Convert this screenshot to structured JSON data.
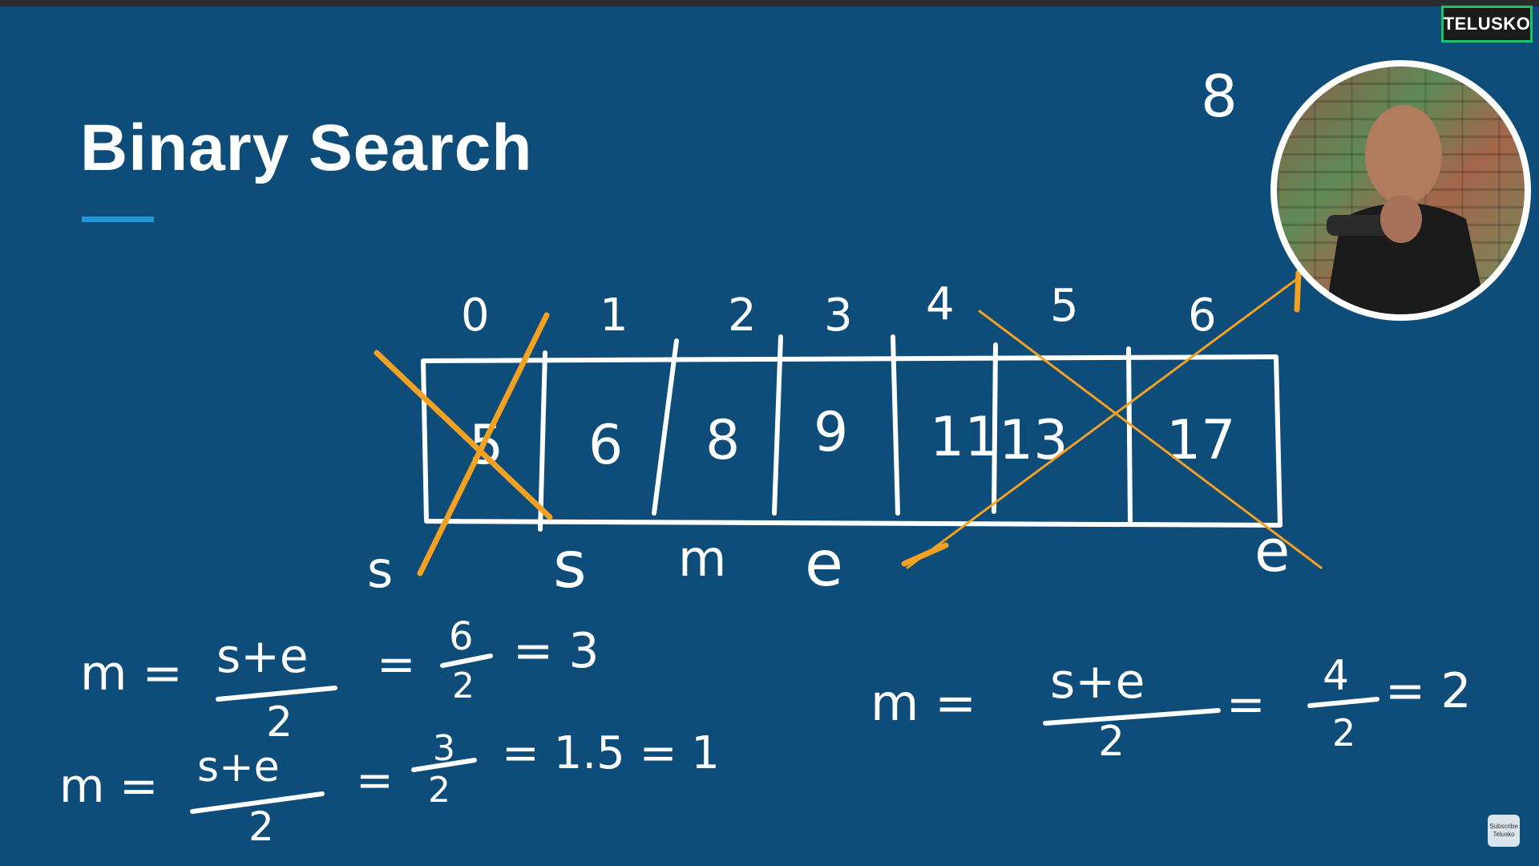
{
  "slide": {
    "title": "Binary Search",
    "accent_color": "#1e96d8",
    "background_color": "#0e4d79"
  },
  "channel_logo": {
    "text": "TELUSKO",
    "border_color": "#19c36a"
  },
  "subscribe_badge": {
    "line1": "Subscribe",
    "line2": "Telusko"
  },
  "whiteboard": {
    "target_note": "8",
    "indices": [
      "0",
      "1",
      "2",
      "3",
      "4",
      "5",
      "6"
    ],
    "values": [
      "5",
      "6",
      "8",
      "9",
      "11",
      "13",
      "17"
    ],
    "pointer_labels": [
      "s",
      "s",
      "m",
      "e",
      "e"
    ],
    "equations": [
      {
        "lhs": "m =",
        "numerator": "s+e",
        "denominator": "2",
        "eq1": "=",
        "frac_num": "6",
        "frac_den": "2",
        "result": "= 3"
      },
      {
        "lhs": "m =",
        "numerator": "s+e",
        "denominator": "2",
        "eq1": "=",
        "frac_num": "3",
        "frac_den": "2",
        "result": "= 1.5 = 1"
      },
      {
        "lhs": "m =",
        "numerator": "s+e",
        "denominator": "2",
        "eq1": "=",
        "frac_num": "4",
        "frac_den": "2",
        "result": "= 2"
      }
    ],
    "annotation_color": "#f2a122"
  }
}
